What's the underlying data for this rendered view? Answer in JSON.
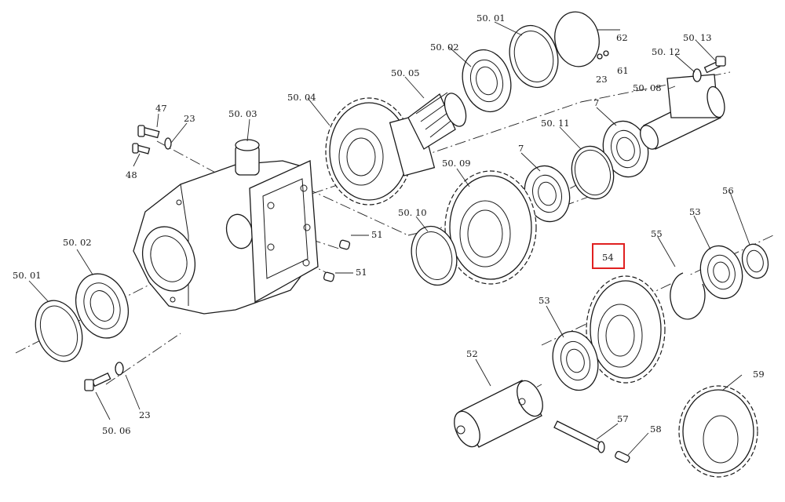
{
  "highlight_color": "#e02020",
  "labels": {
    "l_50_01_top": "50. 01",
    "l_62": "62",
    "l_50_02_top": "50. 02",
    "l_50_13": "50. 13",
    "l_50_12": "50. 12",
    "l_23_top": "23",
    "l_61": "61",
    "l_50_05": "50. 05",
    "l_50_08": "50. 08",
    "l_50_04": "50. 04",
    "l_47": "47",
    "l_23_left": "23",
    "l_50_03": "50. 03",
    "l_7_top": "7",
    "l_50_11": "50. 11",
    "l_7_mid": "7",
    "l_48": "48",
    "l_50_09": "50. 09",
    "l_56": "56",
    "l_53_top": "53",
    "l_50_10": "50. 10",
    "l_51_top": "51",
    "l_55": "55",
    "l_50_02_left": "50. 02",
    "l_51_bot": "51",
    "l_54": "54",
    "l_50_01_left": "50. 01",
    "l_53_bot": "53",
    "l_52": "52",
    "l_59": "59",
    "l_23_bot": "23",
    "l_57": "57",
    "l_58": "58",
    "l_50_06": "50. 06"
  }
}
